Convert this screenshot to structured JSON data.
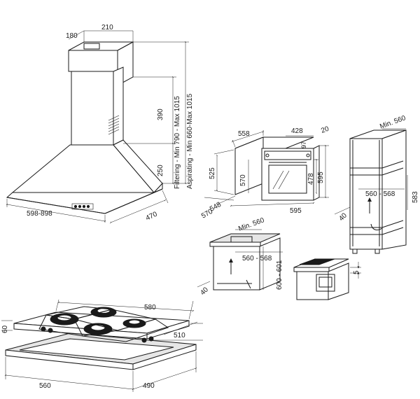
{
  "hood": {
    "width_top": "210",
    "depth_top": "180",
    "height_chimney": "390",
    "height_canopy": "250",
    "width_canopy": "598-898",
    "depth_canopy": "470",
    "filtering": "Filtering - Min 790 - Max 1015",
    "aspirating": "Aspirating - Min 660-Max 1015"
  },
  "oven": {
    "width": "558",
    "depth_front": "428",
    "front_offset": "20",
    "panel": "97",
    "height_outer": "595",
    "height_inner": "478",
    "height_body": "525",
    "height_side": "570",
    "depth_body": "548",
    "depth_total": "570",
    "width_front": "595"
  },
  "column": {
    "min": "Min. 560",
    "opening": "560 - 568",
    "height": "583",
    "vent": "40"
  },
  "under_counter": {
    "min": "Min. 560",
    "opening": "560 - 568",
    "height": "600 - 601",
    "vent": "40"
  },
  "hob_install": {
    "gap": "5"
  },
  "hob": {
    "width": "580",
    "depth": "510",
    "height": "60",
    "cutout_width": "560",
    "cutout_depth": "490"
  }
}
